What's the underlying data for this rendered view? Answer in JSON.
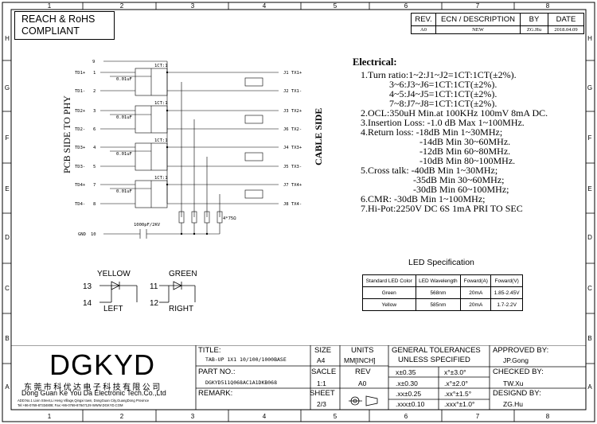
{
  "border": {
    "columns": [
      "1",
      "2",
      "3",
      "4",
      "5",
      "6",
      "7",
      "8"
    ],
    "rows": [
      "H",
      "G",
      "F",
      "E",
      "D",
      "C",
      "B",
      "A"
    ]
  },
  "rohs": {
    "line1": "REACH & RoHS",
    "line2": "COMPLIANT"
  },
  "revision": {
    "headers": [
      "REV.",
      "ECN / DESCRIPTION",
      "BY",
      "DATE"
    ],
    "row": [
      "A0",
      "NEW",
      "ZG.Hu",
      "2018.04.09"
    ]
  },
  "schematic": {
    "left_title": "PCB SIDE TO PHY",
    "right_title": "CABLE SIDE",
    "left_pins": [
      {
        "name": "",
        "num": "9"
      },
      {
        "name": "TD1+",
        "num": "1"
      },
      {
        "name": "TD1-",
        "num": "2"
      },
      {
        "name": "TD2+",
        "num": "3"
      },
      {
        "name": "TD2-",
        "num": "6"
      },
      {
        "name": "TD3+",
        "num": "4"
      },
      {
        "name": "TD3-",
        "num": "5"
      },
      {
        "name": "TD4+",
        "num": "7"
      },
      {
        "name": "TD4-",
        "num": "8"
      },
      {
        "name": "GND",
        "num": "10"
      }
    ],
    "right_pins": [
      "J1 TX1+",
      "J2 TX1-",
      "J3 TX2+",
      "J6 TX2-",
      "J4 TX3+",
      "J5 TX3-",
      "J7 TX4+",
      "J8 TX4-"
    ],
    "ratio_label": "1CT:1",
    "cap_label": "0.01uF",
    "gnd_cap": "1000pF/2KV",
    "resistor": "4*75Ω"
  },
  "electrical": {
    "title": "Electrical:",
    "lines": [
      "1.Turn ratio:1~2:J1~J2=1CT:1CT(±2%).",
      "3~6:J3~J6=1CT:1CT(±2%).",
      "4~5:J4~J5=1CT:1CT(±2%).",
      "7~8:J7~J8=1CT:1CT(±2%).",
      "2.OCL:350uH Min.at 100KHz 100mV 8mA DC.",
      "3.Insertion Loss: -1.0 dB Max 1~100MHz.",
      "4.Return loss: -18dB Min 1~30MHz;",
      "-14dB Min 30~60MHz.",
      "-12dB Min 60~80MHz.",
      "-10dB Min 80~100MHz.",
      "5.Cross talk: -40dB Min 1~30MHz;",
      "-35dB Min 30~60MHz;",
      "-30dB Min 60~100MHz;",
      "6.CMR: -30dB Min 1~100MHz;",
      "7.Hi-Pot:2250V DC 6S 1mA PRI TO SEC"
    ]
  },
  "leds": {
    "yellow": {
      "label": "YELLOW",
      "pin_a": "13",
      "pin_k": "14",
      "side": "LEFT"
    },
    "green": {
      "label": "GREEN",
      "pin_a": "11",
      "pin_k": "12",
      "side": "RIGHT"
    }
  },
  "led_spec": {
    "title": "LED Specification",
    "headers": [
      "Standard LED Color",
      "LED Wavelength",
      "Foward(A)",
      "Foward(V)"
    ],
    "rows": [
      [
        "Green",
        "568nm",
        "20mA",
        "1.85-2.45V"
      ],
      [
        "Yellow",
        "585nm",
        "20mA",
        "1.7-2.2V"
      ]
    ]
  },
  "title_block": {
    "logo": "DGKYD",
    "cn_name": "东莞市科优达电子科技有限公司",
    "en_name": "Dong Guan Ke You Da Electronic Tech.Co.,Ltd",
    "address_1": "ADD:No.1 Lixin Street,Li Heng Village,Qingxi town, DongGuan City,GuangDong Province",
    "address_2": "Tel:+86-0769-87334808; Fax:+86-0769-87847129 WWW.DGKYD.COM",
    "title_label": "TITLE:",
    "title_value": "TAB-UP 1X1 10/100/1000BASE",
    "part_label": "PART NO.:",
    "part_value": "DGKYD511Q068AC1A1DKB068",
    "remark_label": "REMARK:",
    "size_label": "SIZE",
    "size_value": "A4",
    "units_label": "UNITS",
    "units_value": "MM[INCH]",
    "scale_label": "SACLE",
    "scale_value": "1:1",
    "rev_label": "REV",
    "rev_value": "A0",
    "sheet_label": "SHEET",
    "sheet_value": "2/3",
    "tol_title_1": "GENERAL TOLERANCES",
    "tol_title_2": "UNLESS SPECIFIED",
    "tol_rows": [
      [
        "x±0.35",
        "x°±3.0°"
      ],
      [
        ".x±0.30",
        ".x°±2.0°"
      ],
      [
        ".xx±0.25",
        ".xx°±1.5°"
      ],
      [
        ".xxx±0.10",
        ".xxx°±1.0°"
      ]
    ],
    "approved_label": "APPROVED BY:",
    "approved_value": "JP.Gong",
    "checked_label": "CHECKED BY:",
    "checked_value": "TW.Xu",
    "designed_label": "DESIGND BY:",
    "designed_value": "ZG.Hu"
  }
}
